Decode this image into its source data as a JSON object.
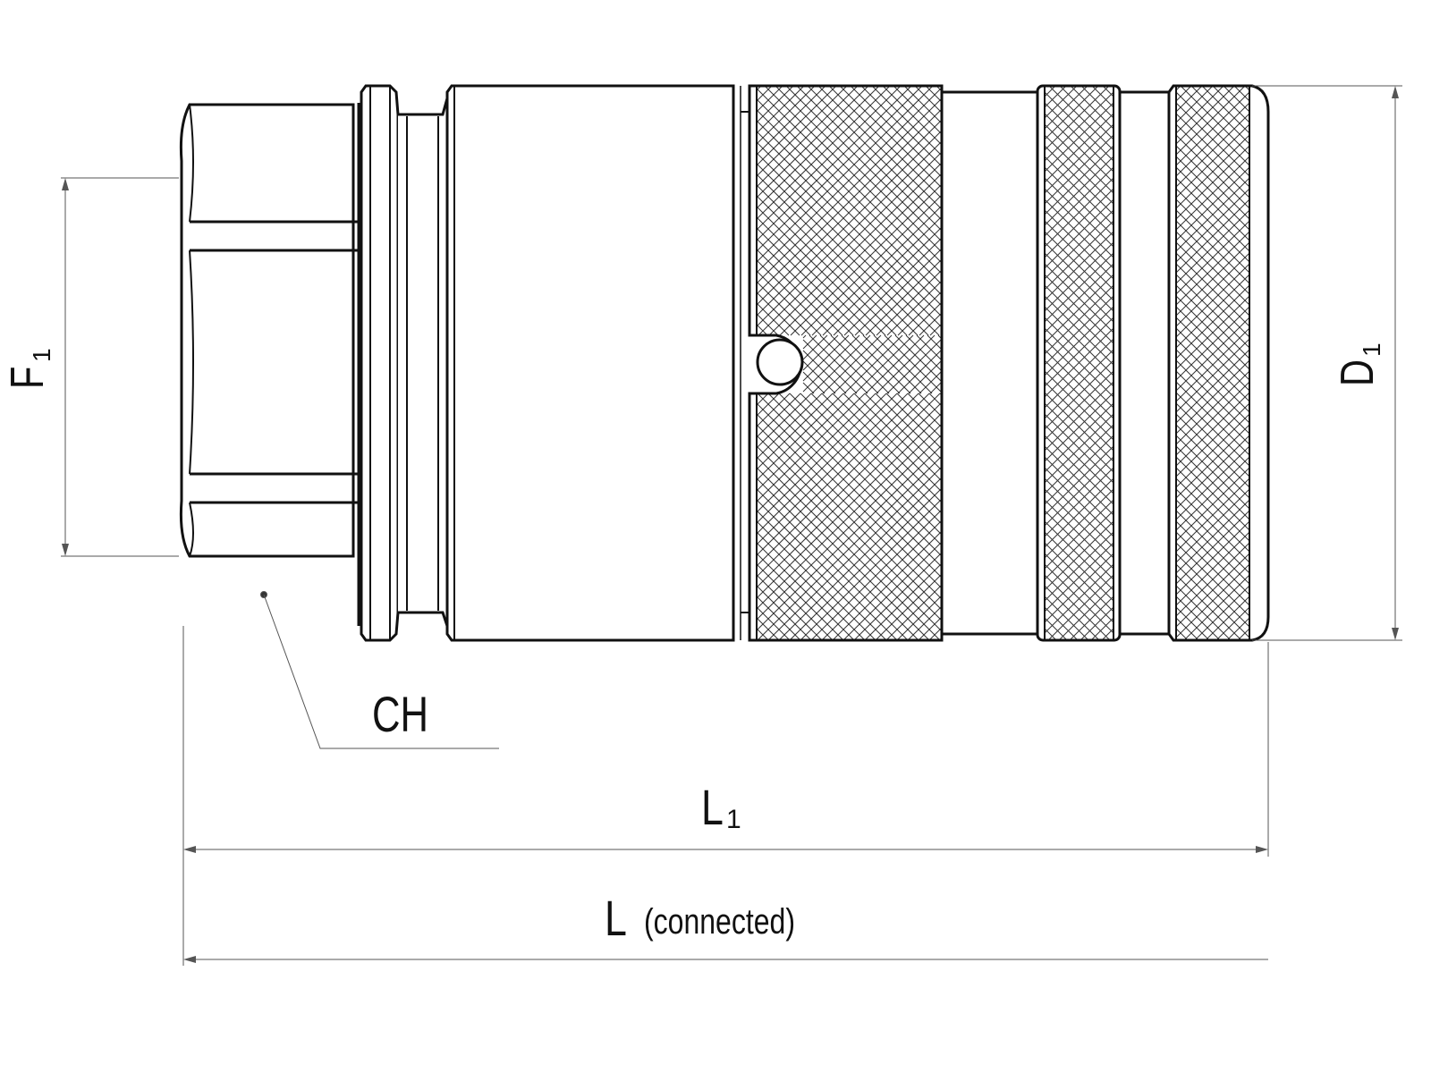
{
  "labels": {
    "f1_main": "F",
    "f1_sub": "1",
    "d1_main": "D",
    "d1_sub": "1",
    "ch": "CH",
    "l1_main": "L",
    "l1_sub": "1",
    "l_main": "L",
    "l_note": "(connected)"
  },
  "colors": {
    "outline": "#111111",
    "dimension": "#555555",
    "knurl": "#333333"
  }
}
